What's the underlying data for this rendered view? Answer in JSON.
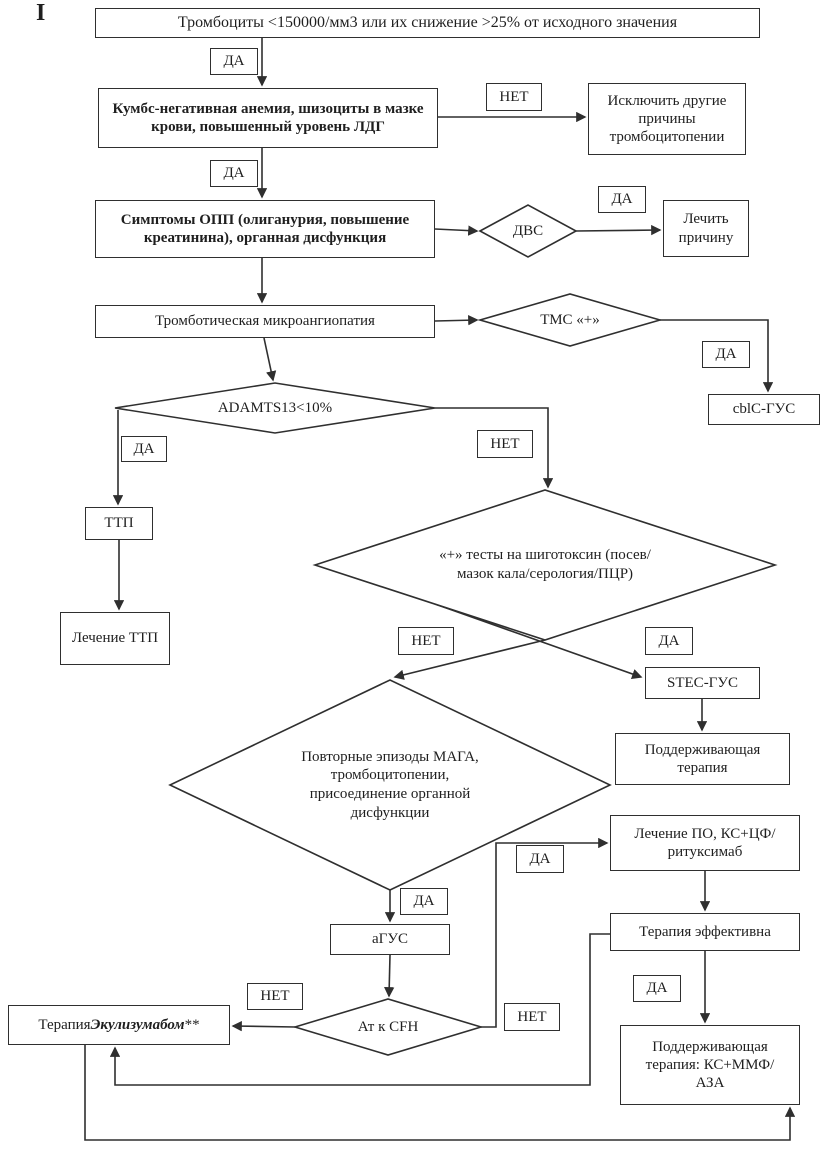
{
  "figure_label": "I",
  "colors": {
    "ink": "#2f2f2f",
    "background": "#ffffff"
  },
  "edge_labels": {
    "yes": "ДА",
    "no": "НЕТ"
  },
  "nodes": {
    "start": {
      "label": "Тромбоциты <150000/мм3 или их снижение >25% от исходного значения"
    },
    "coombs": {
      "label": "Кумбс-негативная анемия, шизоциты в мазке крови, повышенный уровень ЛДГ"
    },
    "exclude": {
      "label": "Исключить другие причины тромбоцитопении"
    },
    "aki": {
      "label": "Симптомы ОПП (олиганурия, повышение креатинина), органная дисфункция"
    },
    "dic": {
      "label": "ДВС"
    },
    "treat_cause": {
      "label": "Лечить причину"
    },
    "tma": {
      "label": "Тромботическая микроангиопатия"
    },
    "tmc": {
      "label": "ТМС «+»"
    },
    "cblc": {
      "label": "cblC-ГУС"
    },
    "adamts": {
      "label": "ADAMTS13<10%"
    },
    "ttp": {
      "label": "ТТП"
    },
    "ttp_treatment": {
      "label": "Лечение ТТП"
    },
    "shigatoxin": {
      "label": "«+» тесты на шиготоксин (посев/мазок кала/серология/ПЦР)"
    },
    "stec": {
      "label": "STEC-ГУС"
    },
    "supportive1": {
      "label": "Поддерживающая терапия"
    },
    "episodes": {
      "label": "Повторные эпизоды МАГА, тромбоцитопении, присоединение органной дисфункции"
    },
    "ahus": {
      "label": "аГУС"
    },
    "cfh": {
      "label": "Ат к CFH"
    },
    "eculizumab": {
      "prefix": "Терапия ",
      "drug": "Экулизумабом",
      "suffix": " **"
    },
    "pe_treatment": {
      "label": "Лечение ПО, КС+ЦФ/ритуксимаб"
    },
    "therapy_effective": {
      "label": "Терапия эффективна"
    },
    "supportive2": {
      "label": "Поддерживающая терапия: КС+ММФ/АЗА"
    }
  }
}
